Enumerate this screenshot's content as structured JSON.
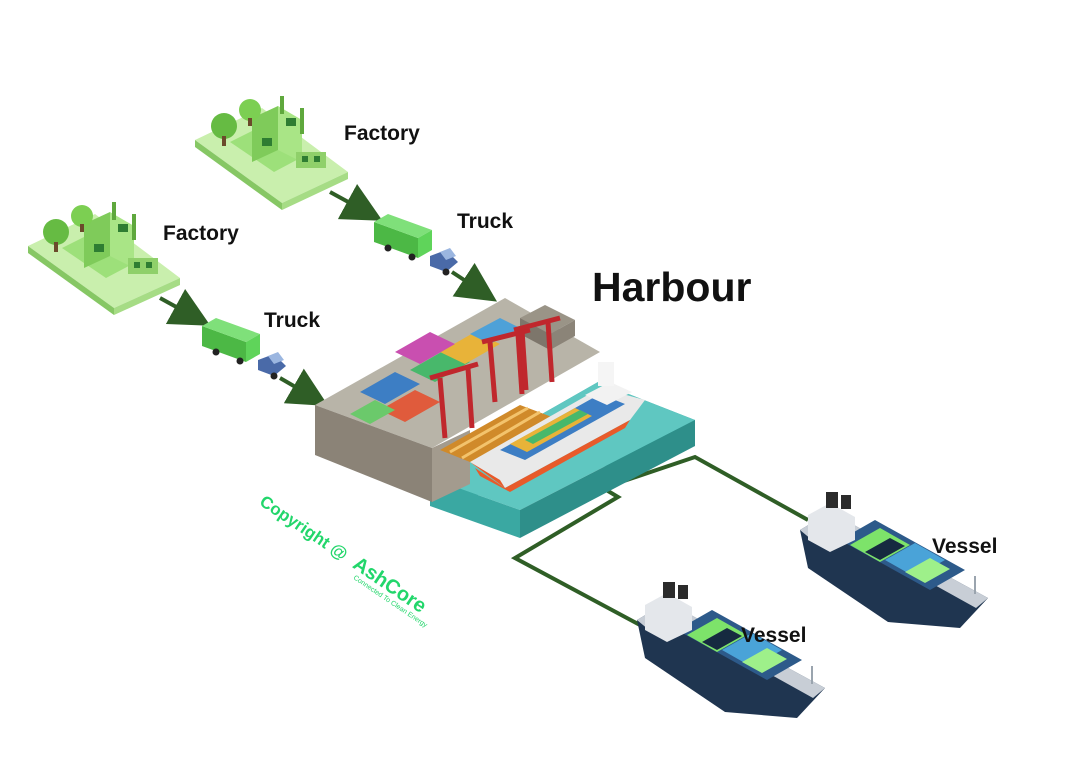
{
  "nodes": {
    "factory_1": "Factory",
    "factory_2": "Factory",
    "truck_1": "Truck",
    "truck_2": "Truck",
    "harbour": "Harbour",
    "vessel_1": "Vessel",
    "vessel_2": "Vessel"
  },
  "watermark": {
    "text": "Copyright @",
    "brand": "AshCore",
    "tagline": "Connected To Clean Energy"
  },
  "colors": {
    "connector": "#2f5e26",
    "factory": "#9de07a",
    "truck": "#5fd45a",
    "truck_cab": "#4a6aa8",
    "water": "#5fc7c1",
    "crane": "#c0272d",
    "hull": "#1f3550",
    "watermark": "#22d66b"
  }
}
